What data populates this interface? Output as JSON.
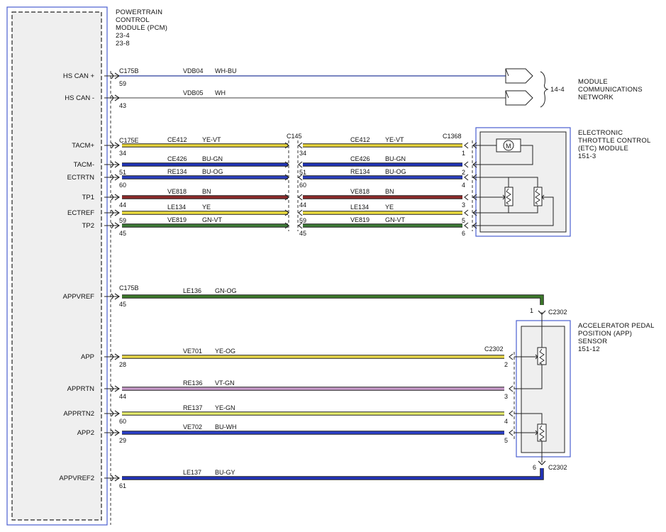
{
  "pcm": {
    "title_lines": [
      "POWERTRAIN",
      "CONTROL",
      "MODULE (PCM)",
      "23-4",
      "23-8"
    ]
  },
  "network": {
    "ref": "14-4",
    "label_lines": [
      "MODULE",
      "COMMUNICATIONS",
      "NETWORK"
    ]
  },
  "etc": {
    "label_lines": [
      "ELECTRONIC",
      "THROTTLE CONTROL",
      "(ETC) MODULE",
      "151-3"
    ],
    "motor": "M"
  },
  "app_sensor": {
    "label_lines": [
      "ACCELERATOR PEDAL",
      "POSITION (APP)",
      "SENSOR",
      "151-12"
    ]
  },
  "connectors": {
    "c175b_top": "C175B",
    "c175e": "C175E",
    "c145": "C145",
    "c1368": "C1368",
    "c175b_low": "C175B",
    "c2302_top": "C2302",
    "c2302_mid": "C2302",
    "c2302_bot": "C2302"
  },
  "signals": [
    {
      "id": "hscanp",
      "pcm_label": "HS CAN +",
      "pcm_pin": "59",
      "circuit": "VDB04",
      "color_code": "WH-BU",
      "wire": "#2a3f9c"
    },
    {
      "id": "hscann",
      "pcm_label": "HS CAN -",
      "pcm_pin": "43",
      "circuit": "VDB05",
      "color_code": "WH",
      "wire": "#666666"
    },
    {
      "id": "tacmp",
      "pcm_label": "TACM+",
      "pcm_pin": "34",
      "circuit": "CE412",
      "color_code": "YE-VT",
      "mid_pin": "34",
      "end_pin": "1",
      "wire": "#e6d33a"
    },
    {
      "id": "tacmn",
      "pcm_label": "TACM-",
      "pcm_pin": "51",
      "circuit": "CE426",
      "color_code": "BU-GN",
      "mid_pin": "51",
      "end_pin": "2",
      "wire": "#1f33b8"
    },
    {
      "id": "ectrtn",
      "pcm_label": "ECTRTN",
      "pcm_pin": "60",
      "circuit": "RE134",
      "color_code": "BU-OG",
      "mid_pin": "60",
      "end_pin": "4",
      "wire": "#2a3fc0"
    },
    {
      "id": "tp1",
      "pcm_label": "TP1",
      "pcm_pin": "44",
      "circuit": "VE818",
      "color_code": "BN",
      "mid_pin": "44",
      "end_pin": "3",
      "wire": "#8e2a2a"
    },
    {
      "id": "ectref",
      "pcm_label": "ECTREF",
      "pcm_pin": "59",
      "circuit": "LE134",
      "color_code": "YE",
      "mid_pin": "59",
      "end_pin": "5",
      "wire": "#ecdd3f"
    },
    {
      "id": "tp2",
      "pcm_label": "TP2",
      "pcm_pin": "45",
      "circuit": "VE819",
      "color_code": "GN-VT",
      "mid_pin": "45",
      "end_pin": "6",
      "wire": "#3c7a36"
    },
    {
      "id": "appvref",
      "pcm_label": "APPVREF",
      "pcm_pin": "45",
      "circuit": "LE136",
      "color_code": "GN-OG",
      "end_pin": "1",
      "wire": "#3c7a2a"
    },
    {
      "id": "app",
      "pcm_label": "APP",
      "pcm_pin": "28",
      "circuit": "VE701",
      "color_code": "YE-OG",
      "end_pin": "2",
      "wire": "#e9d84a"
    },
    {
      "id": "apprtn",
      "pcm_label": "APPRTN",
      "pcm_pin": "44",
      "circuit": "RE136",
      "color_code": "VT-GN",
      "end_pin": "3",
      "wire": "#c79ac9"
    },
    {
      "id": "apprtn2",
      "pcm_label": "APPRTN2",
      "pcm_pin": "60",
      "circuit": "RE137",
      "color_code": "YE-GN",
      "end_pin": "4",
      "wire": "#e4ea6c"
    },
    {
      "id": "app2",
      "pcm_label": "APP2",
      "pcm_pin": "29",
      "circuit": "VE702",
      "color_code": "BU-WH",
      "end_pin": "5",
      "wire": "#2b3fc9"
    },
    {
      "id": "appvref2",
      "pcm_label": "APPVREF2",
      "pcm_pin": "61",
      "circuit": "LE137",
      "color_code": "BU-GY",
      "end_pin": "6",
      "wire": "#2233bb"
    }
  ]
}
